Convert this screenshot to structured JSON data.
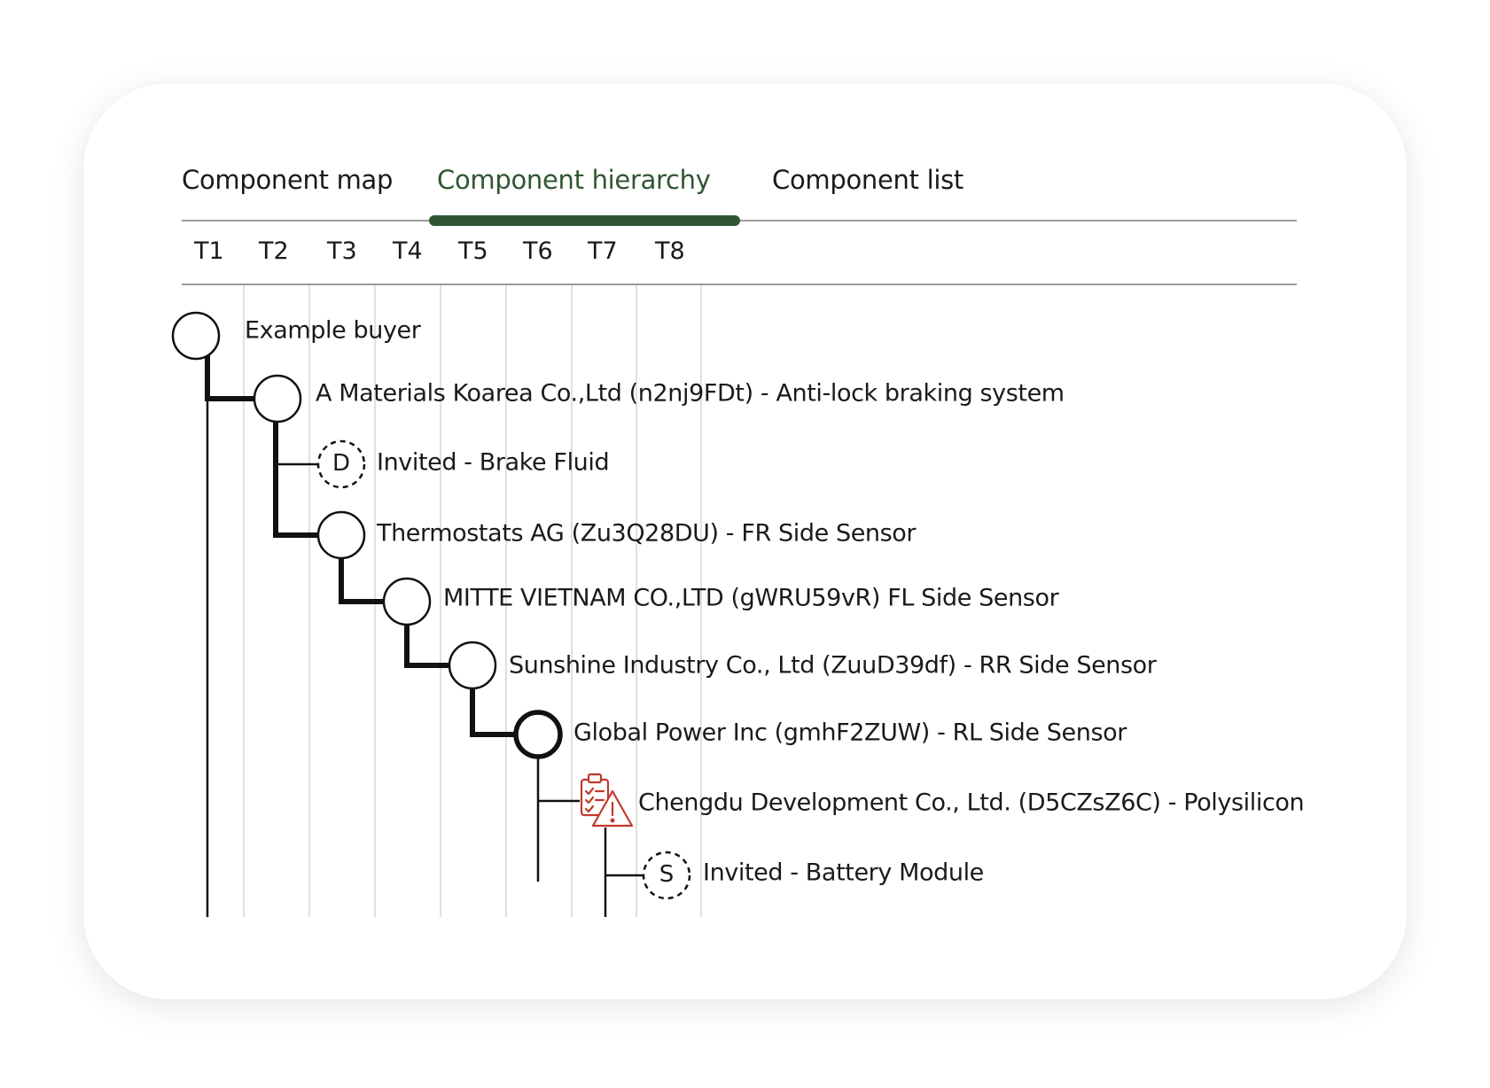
{
  "tabs": [
    {
      "label": "Component map",
      "active": false
    },
    {
      "label": "Component hierarchy",
      "active": true
    },
    {
      "label": "Component list",
      "active": false
    }
  ],
  "tiers": [
    "T1",
    "T2",
    "T3",
    "T4",
    "T5",
    "T6",
    "T7",
    "T8"
  ],
  "colors": {
    "accent": "#2f5632",
    "warning": "#c0392b",
    "rule": "#9a9a9a",
    "grid": "#d6d6d6"
  },
  "tree": [
    {
      "label": "Example buyer",
      "tier": 1,
      "type": "node"
    },
    {
      "label": "A Materials Koarea Co.,Ltd (n2nj9FDt) - Anti-lock braking system",
      "tier": 2,
      "type": "node"
    },
    {
      "label": "Invited - Brake Fluid",
      "tier": 3,
      "type": "invited",
      "badge": "D"
    },
    {
      "label": "Thermostats AG (Zu3Q28DU) - FR Side Sensor",
      "tier": 3,
      "type": "node"
    },
    {
      "label": "MITTE VIETNAM CO.,LTD (gWRU59vR) FL Side Sensor",
      "tier": 4,
      "type": "node"
    },
    {
      "label": "Sunshine Industry Co., Ltd (ZuuD39df) - RR Side Sensor",
      "tier": 5,
      "type": "node"
    },
    {
      "label": "Global Power Inc (gmhF2ZUW) - RL Side Sensor",
      "tier": 6,
      "type": "node-selected"
    },
    {
      "label": "Chengdu Development Co., Ltd. (D5CZsZ6C) - Polysilicon",
      "tier": 7,
      "type": "warning",
      "icon": "clipboard-warning-icon"
    },
    {
      "label": "Invited - Battery Module",
      "tier": 8,
      "type": "invited",
      "badge": "S"
    }
  ]
}
